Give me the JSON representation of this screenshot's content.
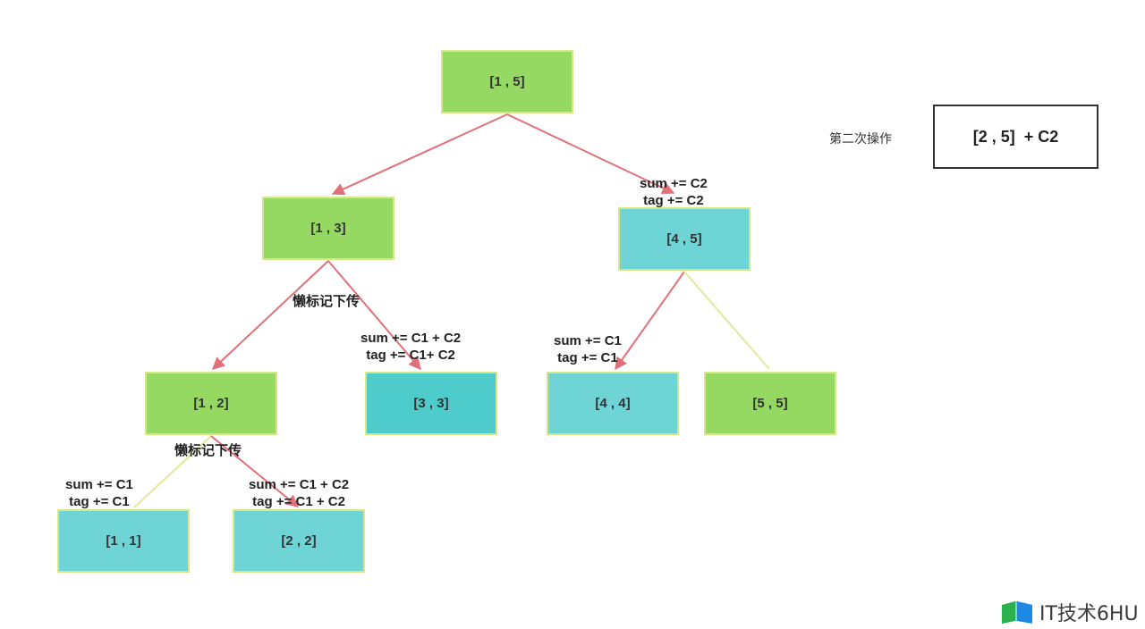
{
  "diagram": {
    "nodes": [
      {
        "id": "n15",
        "label": "[1 , 5]",
        "color": "green"
      },
      {
        "id": "n13",
        "label": "[1 , 3]",
        "color": "green"
      },
      {
        "id": "n45",
        "label": "[4 , 5]",
        "color": "cyan"
      },
      {
        "id": "n12",
        "label": "[1 , 2]",
        "color": "green"
      },
      {
        "id": "n33",
        "label": "[3 , 3]",
        "color": "cyan-dark"
      },
      {
        "id": "n44",
        "label": "[4 , 4]",
        "color": "cyan"
      },
      {
        "id": "n55",
        "label": "[5 , 5]",
        "color": "green"
      },
      {
        "id": "n11",
        "label": "[1 , 1]",
        "color": "cyan"
      },
      {
        "id": "n22",
        "label": "[2 , 2]",
        "color": "cyan"
      }
    ],
    "edges": [
      {
        "from": "n15",
        "to": "n13",
        "style": "red-arrow"
      },
      {
        "from": "n15",
        "to": "n45",
        "style": "red-arrow"
      },
      {
        "from": "n13",
        "to": "n12",
        "style": "red-arrow"
      },
      {
        "from": "n13",
        "to": "n33",
        "style": "red-arrow"
      },
      {
        "from": "n45",
        "to": "n44",
        "style": "red-arrow"
      },
      {
        "from": "n45",
        "to": "n55",
        "style": "yellow-line"
      },
      {
        "from": "n12",
        "to": "n11",
        "style": "yellow-line"
      },
      {
        "from": "n12",
        "to": "n22",
        "style": "red-arrow"
      }
    ],
    "labels": {
      "n45_update": [
        "sum += C2",
        "tag += C2"
      ],
      "lazy_1": "懒标记下传",
      "n33_update": [
        "sum += C1 + C2",
        "tag += C1+ C2"
      ],
      "n44_update": [
        "sum += C1",
        "tag += C1"
      ],
      "lazy_2": "懒标记下传",
      "n11_update": [
        "sum += C1",
        "tag += C1"
      ],
      "n22_update": [
        "sum += C1 + C2",
        "tag += C1 + C2"
      ]
    },
    "colors": {
      "green": "#95d962",
      "cyan": "#6fd4d6",
      "cyan_dark": "#4ecbcb",
      "red_edge": "#e0707a",
      "yellow_edge": "#e3e89a"
    }
  },
  "operation": {
    "caption": "第二次操作",
    "expression": "[2 , 5]  + C2"
  },
  "watermark": {
    "text": "IT技术6HU"
  }
}
